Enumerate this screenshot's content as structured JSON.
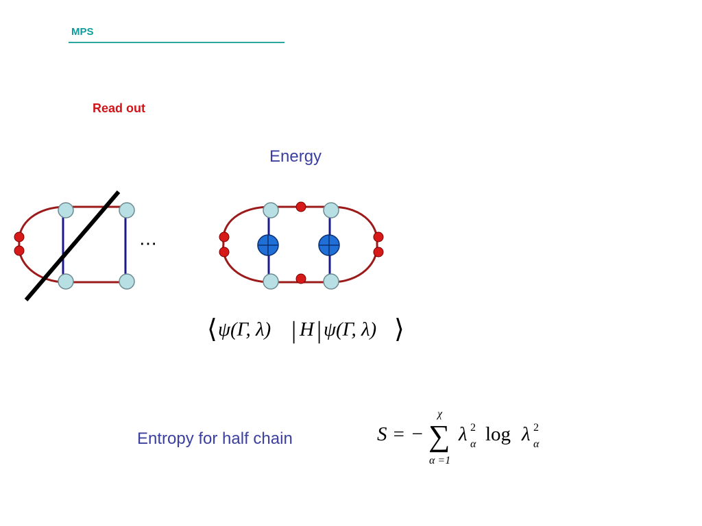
{
  "slide": {
    "title": "MPS",
    "subheading": "Read out",
    "energy_label": "Energy",
    "entropy_label": "Entropy for half chain",
    "ellipsis": "⋯",
    "expectation": {
      "left_angle": "⟨",
      "bra": "ψ(Γ, λ)",
      "bar1": "|",
      "operator": "H",
      "bar2": "|",
      "ket": "ψ(Γ, λ)",
      "right_angle": "⟩"
    },
    "entropy_formula": {
      "lhs": "S = −",
      "sum_symbol": "∑",
      "upper_limit": "χ",
      "lower_limit": "α =1",
      "lambda1": "λ",
      "sub1": "α",
      "sup1": "2",
      "log": "log",
      "lambda2": "λ",
      "sub2": "α",
      "sup2": "2"
    }
  },
  "colors": {
    "title": "#0e9c9c",
    "rule": "#2aa8a0",
    "subheading": "#d0141a",
    "label": "#3b3fa0",
    "loop": "#9b1a1a",
    "node_light": "#b8dfe3",
    "node_red": "#d61a1a",
    "node_blue": "#1f6fd6",
    "bond": "#1a1a8c"
  }
}
